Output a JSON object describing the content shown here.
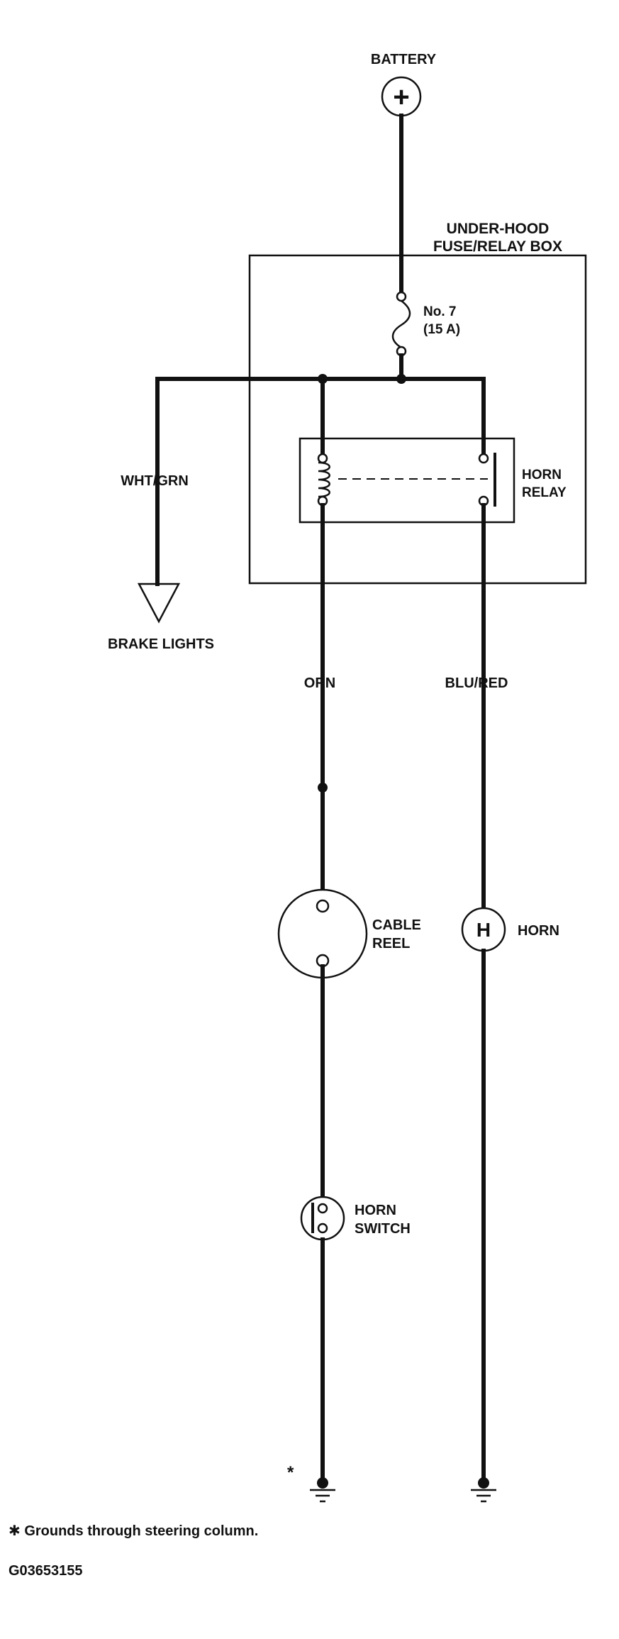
{
  "labels": {
    "battery": "BATTERY",
    "battery_symbol": "+",
    "fuse_box_line1": "UNDER-HOOD",
    "fuse_box_line2": "FUSE/RELAY BOX",
    "fuse_name": "No. 7",
    "fuse_rating": "(15 A)",
    "relay_line1": "HORN",
    "relay_line2": "RELAY",
    "wire_left": "WHT/GRN",
    "brake_lights": "BRAKE LIGHTS",
    "wire_orn": "ORN",
    "wire_blu_red": "BLU/RED",
    "cable_reel_line1": "CABLE",
    "cable_reel_line2": "REEL",
    "horn_symbol": "H",
    "horn": "HORN",
    "horn_switch_line1": "HORN",
    "horn_switch_line2": "SWITCH",
    "asterisk": "*",
    "footnote": "✱ Grounds through steering column.",
    "figure_id": "G03653155"
  }
}
